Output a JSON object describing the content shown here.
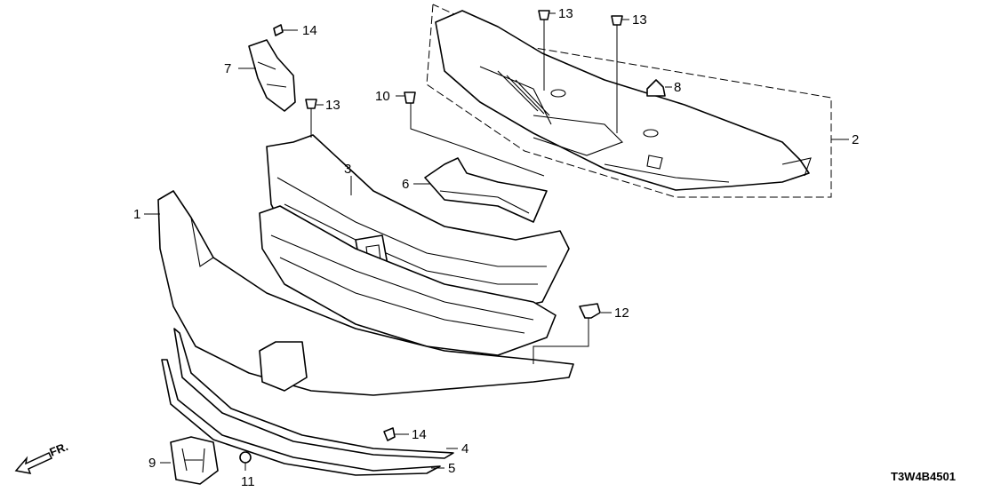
{
  "diagram": {
    "callouts": [
      {
        "id": "c14a",
        "text": "14"
      },
      {
        "id": "c13a",
        "text": "13"
      },
      {
        "id": "c13b",
        "text": "13"
      },
      {
        "id": "c7",
        "text": "7"
      },
      {
        "id": "c13c",
        "text": "13"
      },
      {
        "id": "c10",
        "text": "10"
      },
      {
        "id": "c8",
        "text": "8"
      },
      {
        "id": "c2",
        "text": "2"
      },
      {
        "id": "c3",
        "text": "3"
      },
      {
        "id": "c6",
        "text": "6"
      },
      {
        "id": "c1",
        "text": "1"
      },
      {
        "id": "c12",
        "text": "12"
      },
      {
        "id": "c14b",
        "text": "14"
      },
      {
        "id": "c4",
        "text": "4"
      },
      {
        "id": "c9",
        "text": "9"
      },
      {
        "id": "c11",
        "text": "11"
      },
      {
        "id": "c5",
        "text": "5"
      }
    ],
    "direction_label": "FR.",
    "diagram_code": "T3W4B4501"
  }
}
